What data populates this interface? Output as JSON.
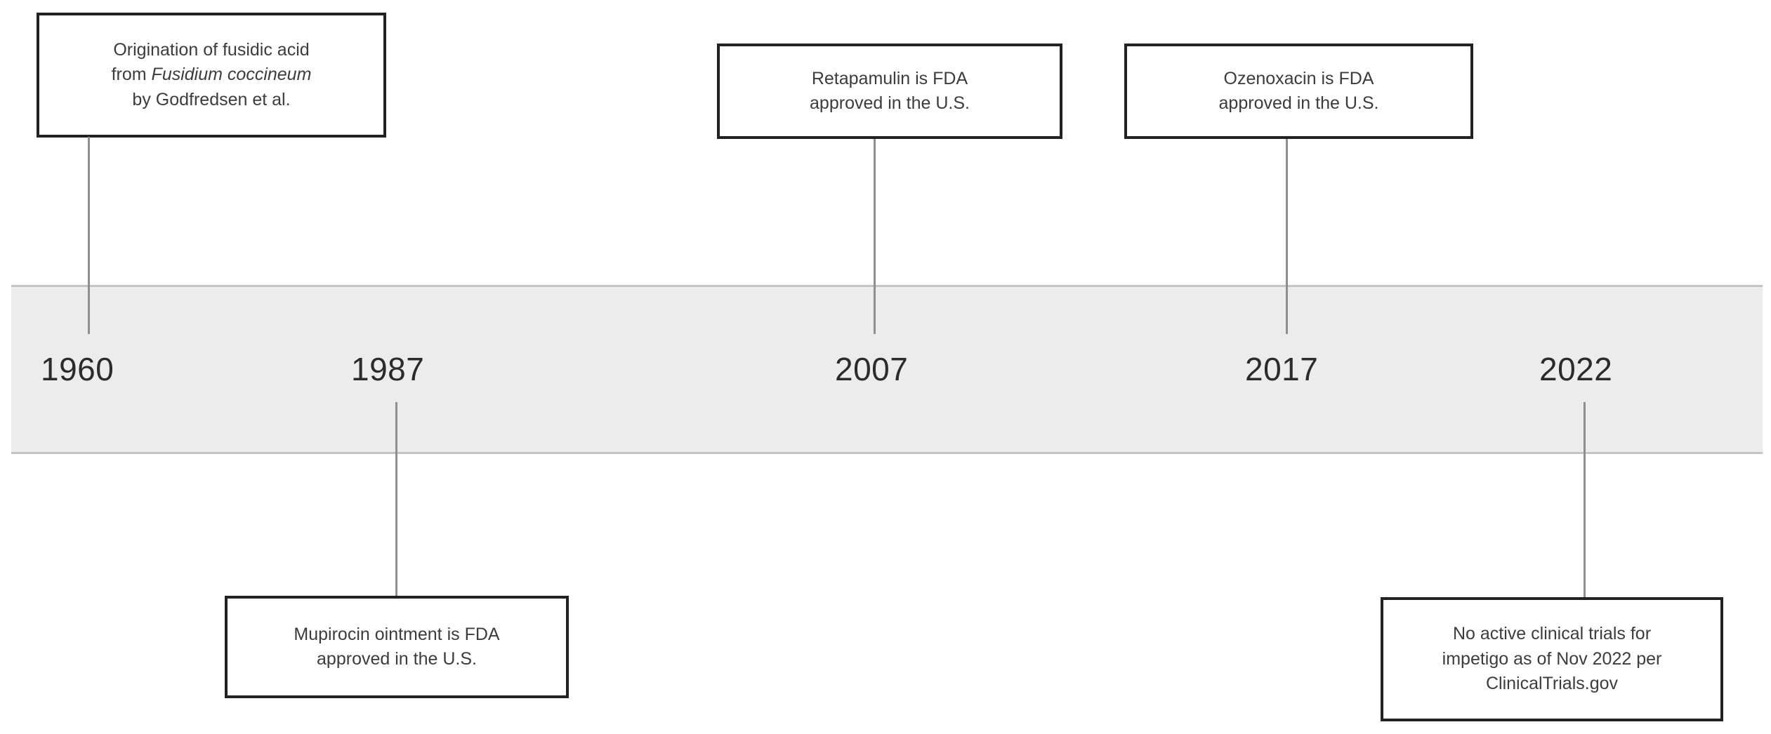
{
  "diagram": {
    "type": "horizontal-timeline",
    "band": {
      "fill_color": "#ececec",
      "border_color": "#c4c4c4"
    },
    "box_style": {
      "border_color": "#222222",
      "fill_color": "#ffffff",
      "text_color": "#3c3c3c"
    },
    "connector_color": "#8f8f8f",
    "years": [
      {
        "label": "1960"
      },
      {
        "label": "1987"
      },
      {
        "label": "2007"
      },
      {
        "label": "2017"
      },
      {
        "label": "2022"
      }
    ],
    "events": [
      {
        "year": "1960",
        "position": "above",
        "text_line_1": "Origination of fusidic acid",
        "text_line_2_prefix": "from ",
        "text_line_2_italic": "Fusidium coccineum",
        "text_line_3": "by Godfredsen et al."
      },
      {
        "year": "1987",
        "position": "below",
        "text": "Mupirocin ointment is FDA\napproved in the U.S."
      },
      {
        "year": "2007",
        "position": "above",
        "text": "Retapamulin is FDA\napproved in the U.S."
      },
      {
        "year": "2017",
        "position": "above",
        "text": "Ozenoxacin is FDA\napproved in the U.S."
      },
      {
        "year": "2022",
        "position": "below",
        "text": "No active clinical trials for\nimpetigo as of Nov 2022 per\nClinicalTrials.gov"
      }
    ]
  }
}
